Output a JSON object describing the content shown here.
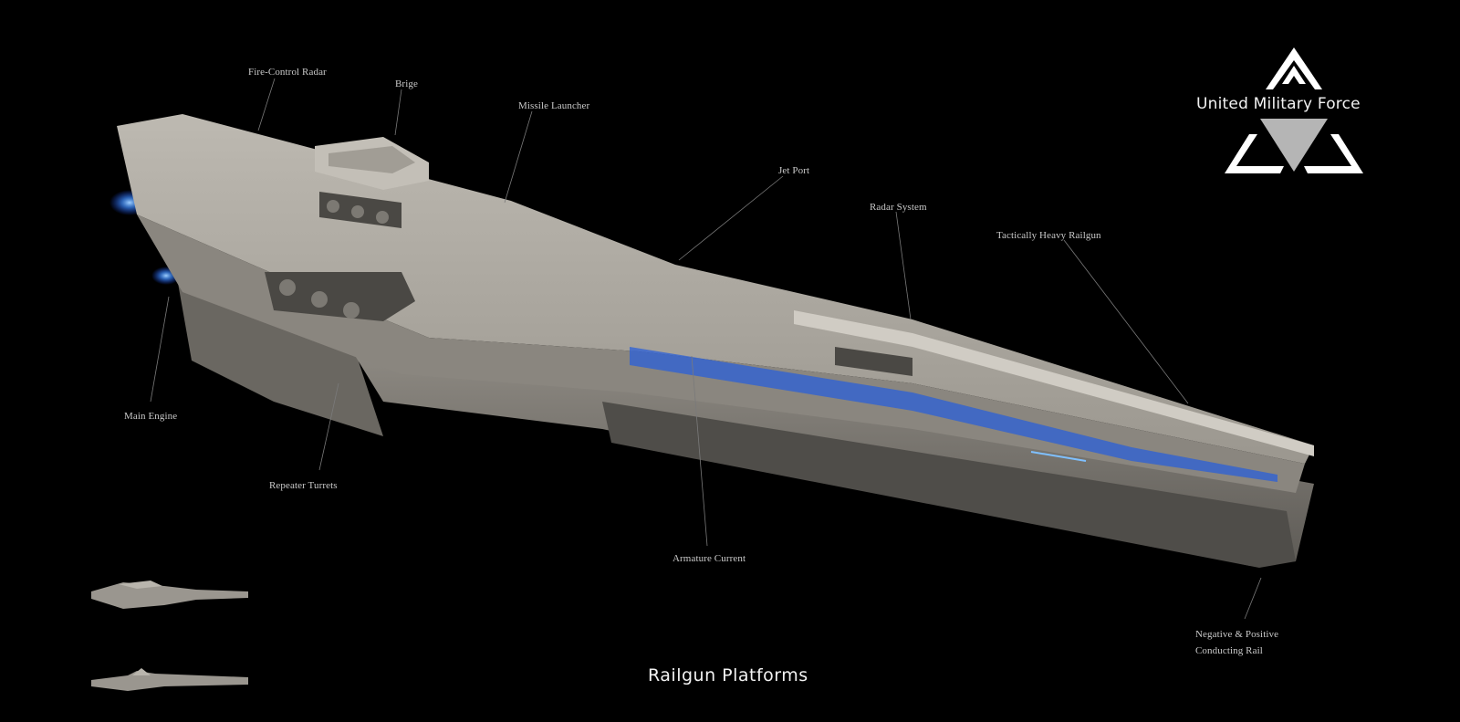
{
  "brand": {
    "name": "United Military Force",
    "logo_icon": "chevron-triangle-emblem-icon"
  },
  "caption": "Railgun Platforms",
  "callouts": {
    "fire_control_radar": "Fire-Control Radar",
    "brige": "Brige",
    "missile_launcher": "Missile Launcher",
    "jet_port": "Jet Port",
    "radar_system": "Radar System",
    "tactically_heavy_railgun": "Tactically Heavy Railgun",
    "main_engine": "Main Engine",
    "repeater_turrets": "Repeater Turrets",
    "armature_current": "Armature Current",
    "negative_positive_line1": "Negative & Positive",
    "negative_positive_line2": "Conducting Rail"
  },
  "colors": {
    "background": "#000000",
    "hull": "#a9a59e",
    "hull_dark": "#4f4d49",
    "engine_glow": "#3d8bff",
    "label": "#c9c9c9"
  }
}
